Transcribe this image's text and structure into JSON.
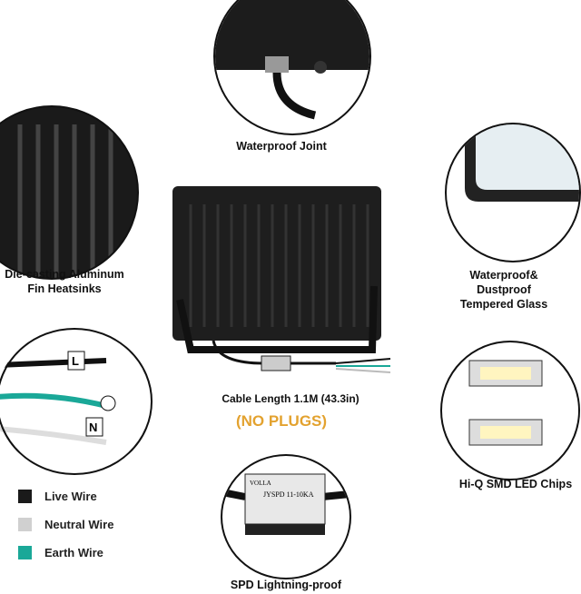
{
  "callouts": {
    "waterproof_joint": "Waterproof Joint",
    "heatsink": [
      "Die-casting Aluminum",
      "Fin Heatsinks"
    ],
    "glass": [
      "Waterproof&",
      "Dustproof",
      "Tempered Glass"
    ],
    "cable_length": "Cable Length 1.1M (43.3in)",
    "no_plugs": "(NO PLUGS)",
    "led_chips": "Hi-Q SMD LED Chips",
    "spd": "SPD  Lightning-proof"
  },
  "wire_labels": [
    "L",
    "N"
  ],
  "spd_box": {
    "brand": "VOLLA",
    "model": "JYSPD 11-10KA"
  },
  "legend": [
    {
      "label": "Live Wire",
      "color": "#1a1a1a"
    },
    {
      "label": "Neutral Wire",
      "color": "#d0d0d0"
    },
    {
      "label": "Earth Wire",
      "color": "#1aa898"
    }
  ],
  "colors": {
    "accent": "#e3a22f"
  }
}
